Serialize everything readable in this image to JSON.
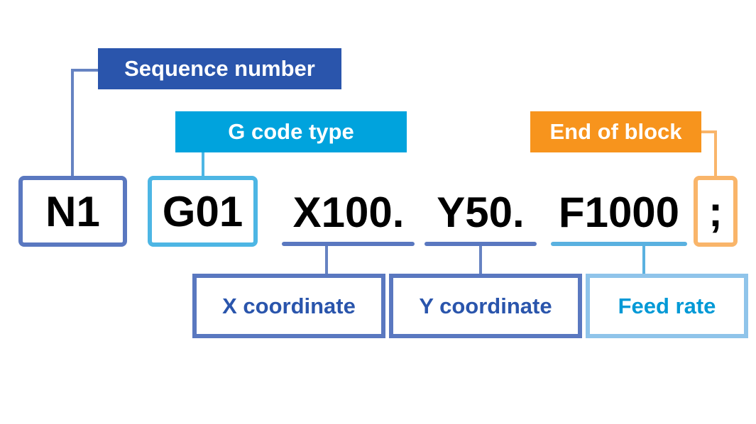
{
  "colors": {
    "sequence": "#2a55ac",
    "gcode": "#00a3dd",
    "end": "#f7941d",
    "coord": "#5a78c0",
    "feed": "#5ab1e0",
    "feed_text": "#0099d6",
    "connector": "#6683c2",
    "gcode_connector": "#4db6e4",
    "end_connector": "#f9b56a"
  },
  "block": {
    "sequence": "N1",
    "gcode": "G01",
    "x": "X100.",
    "y": "Y50.",
    "feed": "F1000",
    "end": ";"
  },
  "labels": {
    "sequence_number": "Sequence number",
    "g_code_type": "G code type",
    "end_of_block": "End of block",
    "x_coordinate": "X coordinate",
    "y_coordinate": "Y coordinate",
    "feed_rate": "Feed rate"
  }
}
